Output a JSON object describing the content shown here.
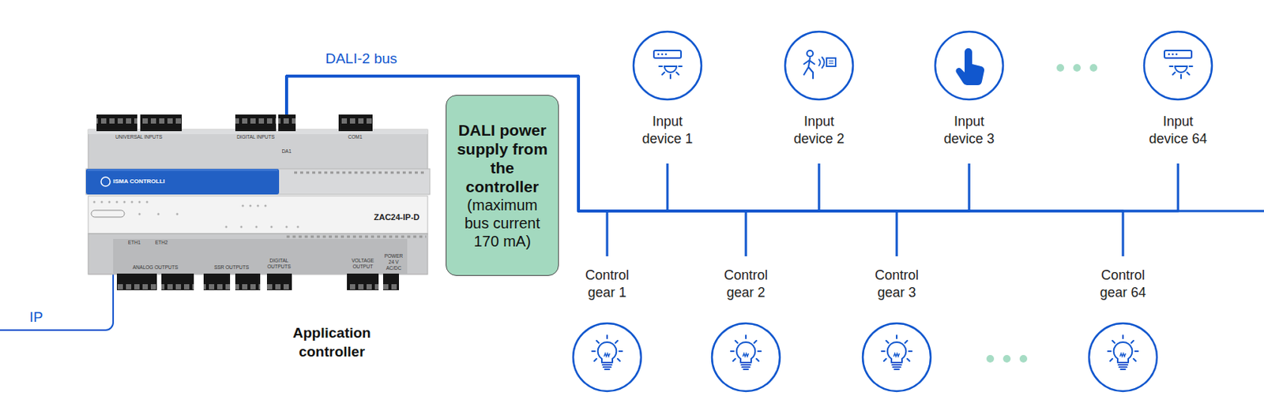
{
  "diagram": {
    "nodes": [
      {
        "text": [
          "Application controller"
        ]
      },
      {
        "text": [
          "DALI power supply from the controller",
          "(maximum bus current 170 mA)"
        ]
      },
      {
        "text": [
          "Input device 1"
        ]
      },
      {
        "text": [
          "Input device 2"
        ]
      },
      {
        "text": [
          "Input device 3"
        ]
      },
      {
        "text": [
          "Input device 64"
        ]
      },
      {
        "text": [
          "Control gear 1"
        ]
      },
      {
        "text": [
          "Control gear 2"
        ]
      },
      {
        "text": [
          "Control gear 3"
        ]
      },
      {
        "text": [
          "Control gear 64"
        ]
      }
    ],
    "edges": [
      {
        "from": 0,
        "to": 2,
        "arrow": "none"
      },
      {
        "from": 0,
        "to": 3,
        "arrow": "none"
      },
      {
        "from": 0,
        "to": 4,
        "arrow": "none"
      },
      {
        "from": 0,
        "to": 5,
        "arrow": "none"
      },
      {
        "from": 0,
        "to": 6,
        "arrow": "none"
      },
      {
        "from": 0,
        "to": 7,
        "arrow": "none"
      },
      {
        "from": 0,
        "to": 8,
        "arrow": "none"
      },
      {
        "from": 0,
        "to": 9,
        "arrow": "none"
      }
    ],
    "labels": [
      "DALI-2 bus",
      "IP",
      "ISMA CONTROLLI",
      "ZAC24-IP-D",
      "UNIVERSAL INPUTS",
      "DIGITAL INPUTS",
      "COM1",
      "DA1",
      "ETH1",
      "ETH2",
      "ANALOG OUTPUTS",
      "SSR OUTPUTS",
      "DIGITAL OUTPUTS",
      "VOLTAGE OUTPUT",
      "POWER 24 V AC/DC"
    ]
  }
}
